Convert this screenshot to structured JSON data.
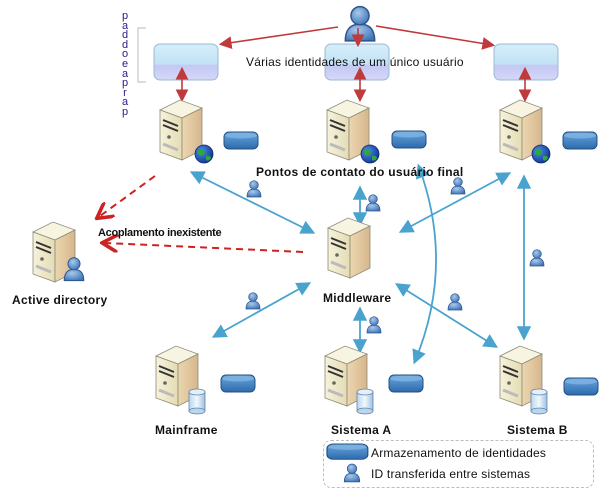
{
  "diagram": {
    "top_label": "Várias identidades de um único usuário",
    "vertical_label": [
      "p",
      "a",
      "d",
      "d",
      "o",
      "e",
      "a",
      "p",
      "r",
      "a",
      "p"
    ],
    "endpoints_label": "Pontos de contato do usuário final",
    "middleware_label": "Middleware",
    "no_coupling_label": "Acoplamento inexistente",
    "nodes": {
      "active_directory": "Active directory",
      "mainframe": "Mainframe",
      "system_a": "Sistema A",
      "system_b": "Sistema B"
    },
    "legend": {
      "identity_store": "Armazenamento de identidades",
      "id_transfer": "ID transferida entre sistemas"
    },
    "colors": {
      "red_arrow": "#c0393b",
      "blue_arrow": "#4aa3cf",
      "dashed_red": "#cc2222",
      "store_blue": "#3a78b8",
      "server_beige": "#ece5c2"
    }
  }
}
